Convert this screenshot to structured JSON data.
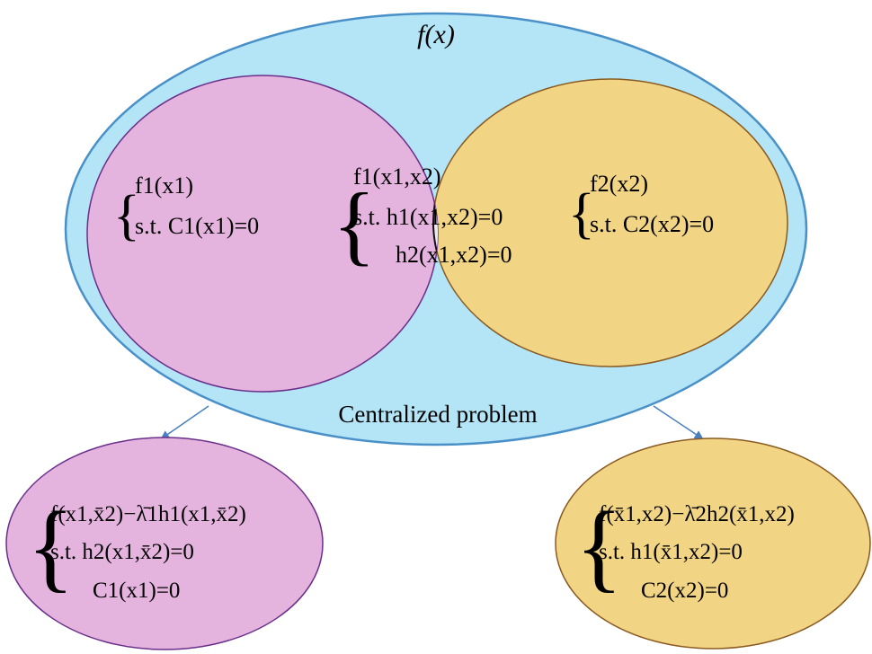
{
  "colors": {
    "outer_fill": "#b3e5f6",
    "outer_stroke": "#4a90c8",
    "pink_fill": "#e4b4de",
    "pink_stroke": "#6a2f8a",
    "yellow_fill": "#f1d584",
    "yellow_stroke": "#8a5a20",
    "overlap_fill": "#ecebee",
    "overlap_stroke": "#111111",
    "arrow": "#4a7fc0"
  },
  "diagram": {
    "outer_label": "f(x)",
    "outer_caption": "Centralized problem",
    "left_set": {
      "line1": "f1(x1)",
      "line2": "s.t. C1(x1)=0"
    },
    "overlap_set": {
      "line1": "f1(x1,x2)",
      "line2": "s.t. h1(x1,x2)=0",
      "line3": "h2(x1,x2)=0"
    },
    "right_set": {
      "line1": "f2(x2)",
      "line2": "s.t. C2(x2)=0"
    },
    "bottom_left": {
      "line1": "f(x1,x̄2)−λ̄1h1(x1,x̄2)",
      "line2": "s.t. h2(x1,x̄2)=0",
      "line3": "C1(x1)=0"
    },
    "bottom_right": {
      "line1": "f(x̄1,x2)−λ̄2h2(x̄1,x2)",
      "line2": "s.t. h1(x̄1,x2)=0",
      "line3": "C2(x2)=0"
    }
  }
}
